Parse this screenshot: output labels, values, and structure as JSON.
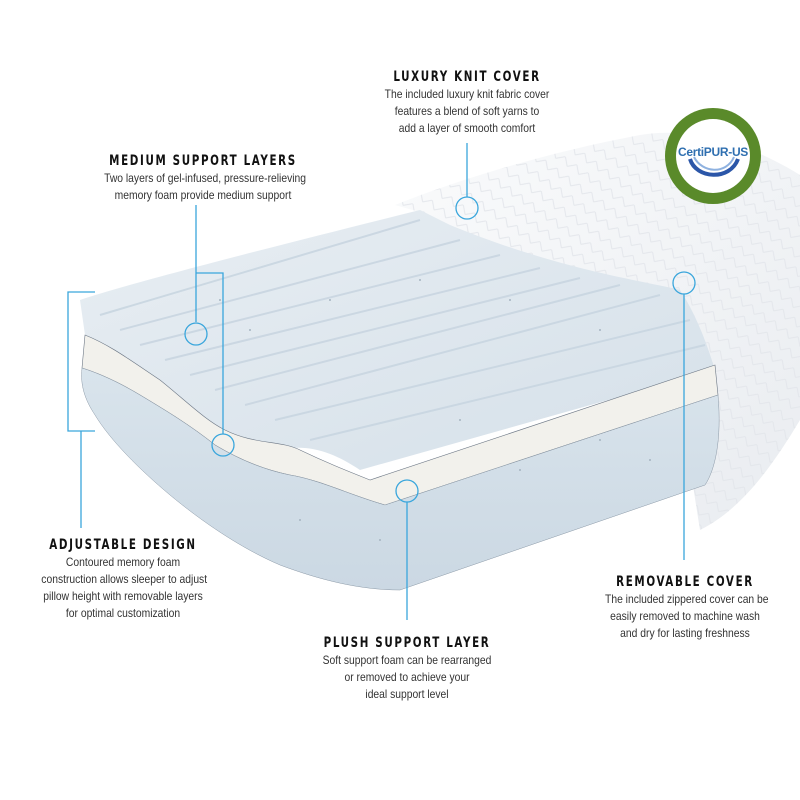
{
  "colors": {
    "callout_line": "#3aa6dc",
    "foam": "#dfe8ef",
    "foam_shadow": "#c8d6e2",
    "plush_band": "#f2f1ec",
    "cover": "#f4f5f7",
    "badge_ring": "#5a8a2a",
    "badge_text": "#2f6fb0",
    "title_text": "#111111",
    "desc_text": "#333333"
  },
  "badge": {
    "label": "CertiPUR-US",
    "icon": "certipur-us-logo"
  },
  "callouts": {
    "luxury_knit_cover": {
      "title": "LUXURY KNIT COVER",
      "lines": [
        "The included luxury knit fabric cover",
        "features a blend of soft yarns to",
        "add a layer of smooth comfort"
      ]
    },
    "medium_support_layers": {
      "title": "MEDIUM SUPPORT LAYERS",
      "lines": [
        "Two layers of gel-infused, pressure-relieving",
        "memory foam provide medium support"
      ]
    },
    "adjustable_design": {
      "title": "ADJUSTABLE DESIGN",
      "lines": [
        "Contoured memory foam",
        "construction allows sleeper to adjust",
        "pillow height with removable layers",
        "for optimal customization"
      ]
    },
    "plush_support_layer": {
      "title": "PLUSH SUPPORT LAYER",
      "lines": [
        "Soft support foam can be rearranged",
        "or removed to achieve your",
        "ideal support level"
      ]
    },
    "removable_cover": {
      "title": "REMOVABLE COVER",
      "lines": [
        "The included zippered cover can be",
        "easily removed to machine wash",
        "and dry for lasting freshness"
      ]
    }
  }
}
